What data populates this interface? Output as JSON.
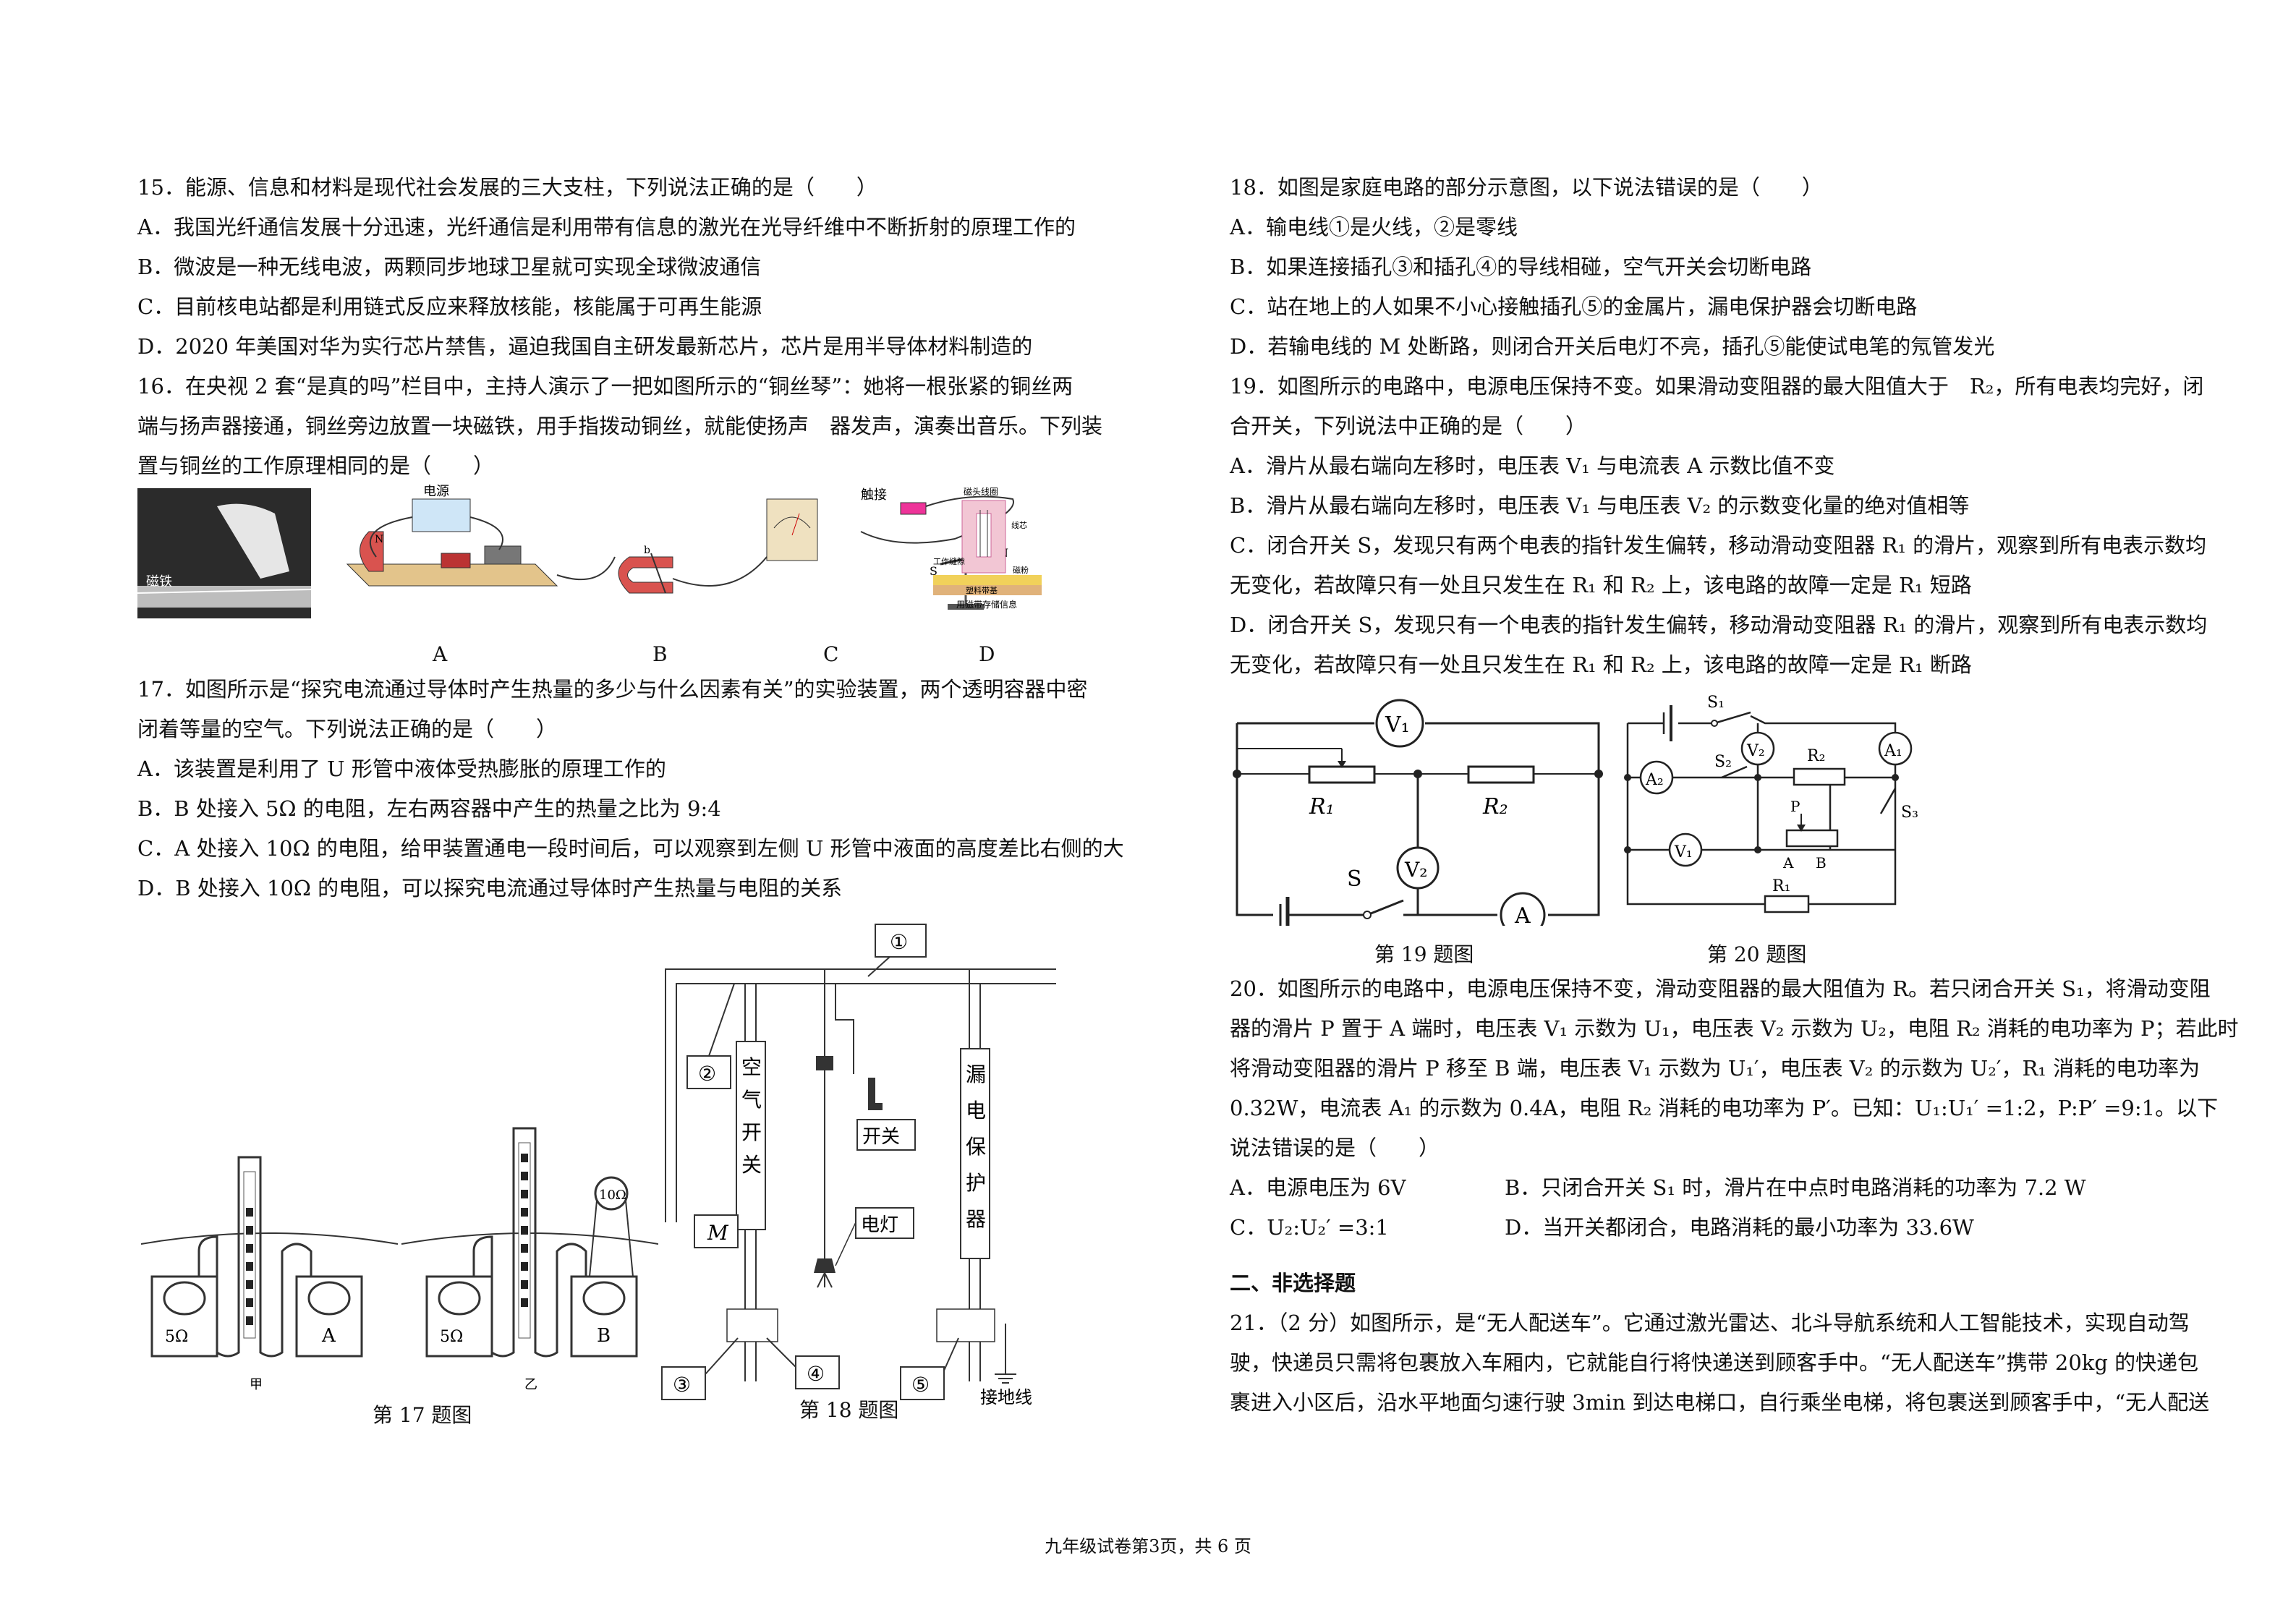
{
  "q15": {
    "stem": "15．能源、信息和材料是现代社会发展的三大支柱，下列说法正确的是（　　）",
    "A": "A．我国光纤通信发展十分迅速，光纤通信是利用带有信息的激光在光导纤维中不断折射的原理工作的",
    "B": "B．微波是一种无线电波，两颗同步地球卫星就可实现全球微波通信",
    "C": "C．目前核电站都是利用链式反应来释放核能，核能属于可再生能源",
    "D": "D．2020 年美国对华为实行芯片禁售，逼迫我国自主研发最新芯片，芯片是用半导体材料制造的"
  },
  "q16": {
    "stem1": "16．在央视 2 套“是真的吗”栏目中，主持人演示了一把如图所示的“铜丝琴”：她将一根张紧的铜丝两",
    "stem2": "端与扬声器接通，铜丝旁边放置一块磁铁，用手指拨动铜丝，就能使扬声　器发声，演奏出音乐。下列装",
    "stem3": "置与铜丝的工作原理相同的是（　　）",
    "photo_text": "磁铁",
    "fig_labels": [
      "A",
      "B",
      "C",
      "D"
    ],
    "figA_power": "电源",
    "figC_text": "触接",
    "figD_title": "磁头线圈",
    "figD_left": "工作缝隙",
    "figD_right": "线芯",
    "figD_layer": "磁粉",
    "figD_base": "塑料带基",
    "figD_caption": "用磁带存储信息"
  },
  "q17": {
    "stem1": "17．如图所示是“探究电流通过导体时产生热量的多少与什么因素有关”的实验装置，两个透明容器中密",
    "stem2": "闭着等量的空气。下列说法正确的是（　　）",
    "A": "A．该装置是利用了 U 形管中液体受热膨胀的原理工作的",
    "B": "B．B 处接入 5Ω 的电阻，左右两容器中产生的热量之比为 9:4",
    "C": "C．A 处接入 10Ω 的电阻，给甲装置通电一段时间后，可以观察到左侧 U 形管中液面的高度差比右侧的大",
    "D": "D．B 处接入 10Ω 的电阻，可以探究电流通过导体时产生热量与电阻的关系",
    "fig": {
      "r1": "5Ω",
      "a": "A",
      "jia": "甲",
      "r2": "5Ω",
      "b": "B",
      "yi": "乙",
      "r3": "10Ω"
    },
    "caption": "第 17 题图"
  },
  "q18": {
    "stem": "18．如图是家庭电路的部分示意图，以下说法错误的是（　　）",
    "A": "A．输电线①是火线，②是零线",
    "B": "B．如果连接插孔③和插孔④的导线相碰，空气开关会切断电路",
    "C": "C．站在地上的人如果不小心接触插孔⑤的金属片，漏电保护器会切断电路",
    "D": "D．若输电线的 M 处断路，则闭合开关后电灯不亮，插孔⑤能使试电笔的氖管发光",
    "fig": {
      "c1": "①",
      "c2": "②",
      "c3": "③",
      "c4": "④",
      "c5": "⑤",
      "m": "M",
      "breaker": [
        "空",
        "气",
        "开",
        "关"
      ],
      "protector": [
        "漏",
        "电",
        "保",
        "护",
        "器"
      ],
      "switch": "开关",
      "lamp": "电灯",
      "ground": "接地线"
    },
    "caption": "第 18 题图"
  },
  "q19": {
    "stem1": "19．如图所示的电路中，电源电压保持不变。如果滑动变阻器的最大阻值大于　R₂，所有电表均完好，闭",
    "stem2": "合开关，下列说法中正确的是（　　）",
    "A": "A．滑片从最右端向左移时，电压表 V₁ 与电流表 A 示数比值不变",
    "B": "B．滑片从最右端向左移时，电压表 V₁ 与电压表 V₂ 的示数变化量的绝对值相等",
    "C1": "C．闭合开关 S，发现只有两个电表的指针发生偏转，移动滑动变阻器 R₁ 的滑片，观察到所有电表示数均",
    "C2": "无变化，若故障只有一处且只发生在 R₁ 和 R₂ 上，该电路的故障一定是 R₁ 短路",
    "D1": "D．闭合开关 S，发现只有一个电表的指针发生偏转，移动滑动变阻器 R₁ 的滑片，观察到所有电表示数均",
    "D2": "无变化，若故障只有一处且只发生在 R₁ 和 R₂ 上，该电路的故障一定是 R₁ 断路",
    "fig": {
      "v1": "V₁",
      "v2": "V₂",
      "r1": "R₁",
      "r2": "R₂",
      "s": "S",
      "a": "A"
    },
    "caption": "第 19 题图"
  },
  "q20": {
    "line1": "20．如图所示的电路中，电源电压保持不变，滑动变阻器的最大阻值为 R。若只闭合开关 S₁，将滑动变阻",
    "line2": "器的滑片 P 置于 A 端时，电压表 V₁ 示数为 U₁，电压表 V₂ 示数为 U₂，电阻 R₂ 消耗的电功率为 P；若此时",
    "line3": "将滑动变阻器的滑片 P 移至 B 端，电压表 V₁ 示数为 U₁′，电压表 V₂ 的示数为 U₂′，R₁ 消耗的电功率为",
    "line4": "0.32W，电流表 A₁ 的示数为 0.4A，电阻 R₂ 消耗的电功率为 P′。已知：U₁:U₁′ =1:2，P:P′ =9:1。以下",
    "line5": "说法错误的是（　　）",
    "A": "A．电源电压为 6V",
    "B": "B．只闭合开关 S₁ 时，滑片在中点时电路消耗的功率为 7.2 W",
    "C": "C．U₂:U₂′ =3:1",
    "D": "D．当开关都闭合，电路消耗的最小功率为 33.6W",
    "fig": {
      "s1": "S₁",
      "s2": "S₂",
      "s3": "S₃",
      "v1": "V₁",
      "v2": "V₂",
      "a1": "A₁",
      "a2": "A₂",
      "r1": "R₁",
      "r2": "R₂",
      "p": "P",
      "a": "A",
      "b": "B"
    },
    "caption": "第 20 题图"
  },
  "section2": "二、非选择题",
  "q21": {
    "line1": "21．（2 分）如图所示，是“无人配送车”。它通过激光雷达、北斗导航系统和人工智能技术，实现自动驾",
    "line2": "驶，快递员只需将包裹放入车厢内，它就能自行将快递送到顾客手中。“无人配送车”携带 20kg 的快递包",
    "line3": "裹进入小区后，沿水平地面匀速行驶 3min 到达电梯口，自行乘坐电梯，将包裹送到顾客手中，“无人配送"
  },
  "footer": "九年级试卷第3页，共 6 页"
}
